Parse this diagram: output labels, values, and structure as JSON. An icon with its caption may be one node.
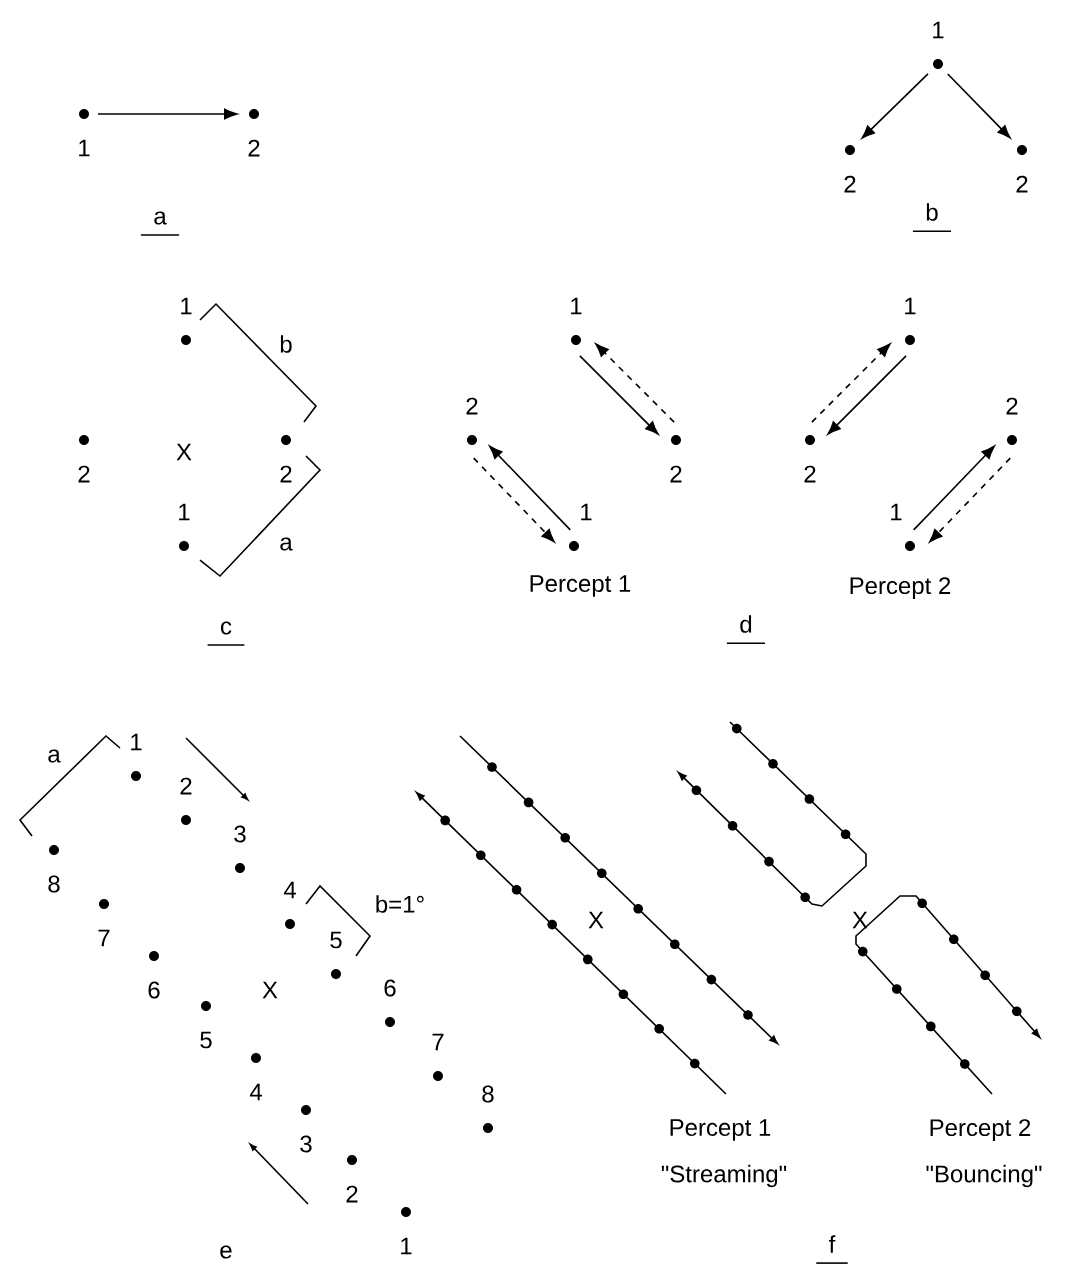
{
  "diagram": {
    "nodes": [
      {
        "text": [
          "1"
        ]
      },
      {
        "text": [
          "2"
        ]
      },
      {
        "text": [
          "1"
        ]
      },
      {
        "text": [
          "2"
        ]
      },
      {
        "text": [
          "2"
        ]
      },
      {
        "text": [
          "1"
        ]
      },
      {
        "text": [
          "2"
        ]
      },
      {
        "text": [
          "2"
        ]
      },
      {
        "text": [
          "1"
        ]
      },
      {
        "text": [
          "1"
        ]
      },
      {
        "text": [
          "2"
        ]
      },
      {
        "text": [
          "2"
        ]
      },
      {
        "text": [
          "1"
        ]
      },
      {
        "text": [
          "1"
        ]
      },
      {
        "text": [
          "2"
        ]
      },
      {
        "text": [
          "2"
        ]
      },
      {
        "text": [
          "1"
        ]
      },
      {
        "text": [
          "1"
        ]
      },
      {
        "text": [
          "2"
        ]
      },
      {
        "text": [
          "3"
        ]
      },
      {
        "text": [
          "4"
        ]
      },
      {
        "text": [
          "5"
        ]
      },
      {
        "text": [
          "6"
        ]
      },
      {
        "text": [
          "7"
        ]
      },
      {
        "text": [
          "8"
        ]
      },
      {
        "text": [
          "8"
        ]
      },
      {
        "text": [
          "7"
        ]
      },
      {
        "text": [
          "6"
        ]
      },
      {
        "text": [
          "5"
        ]
      },
      {
        "text": [
          "4"
        ]
      },
      {
        "text": [
          "3"
        ]
      },
      {
        "text": [
          "2"
        ]
      },
      {
        "text": [
          "1"
        ]
      }
    ],
    "edges": [
      {
        "from": 0,
        "to": 1,
        "arrow": "to"
      },
      {
        "from": 2,
        "to": 3,
        "arrow": "to"
      },
      {
        "from": 2,
        "to": 4,
        "arrow": "to"
      },
      {
        "from": 9,
        "to": 11,
        "arrow": "to"
      },
      {
        "from": 11,
        "to": 9,
        "arrow": "to",
        "style": "dashed"
      },
      {
        "from": 12,
        "to": 10,
        "arrow": "to"
      },
      {
        "from": 10,
        "to": 12,
        "arrow": "to",
        "style": "dashed"
      },
      {
        "from": 13,
        "to": 14,
        "arrow": "to"
      },
      {
        "from": 14,
        "to": 13,
        "arrow": "to",
        "style": "dashed"
      },
      {
        "from": 16,
        "to": 15,
        "arrow": "to"
      },
      {
        "from": 15,
        "to": 16,
        "arrow": "to",
        "style": "dashed"
      }
    ],
    "labels": [
      "a",
      "b",
      "b",
      "X",
      "a",
      "c",
      "Percept 1",
      "Percept 2",
      "d",
      "a",
      "b=1°",
      "X",
      "X",
      "X",
      "Percept 1",
      "Percept 2",
      "\"Streaming\"",
      "\"Bouncing\"",
      "e",
      "f"
    ]
  }
}
